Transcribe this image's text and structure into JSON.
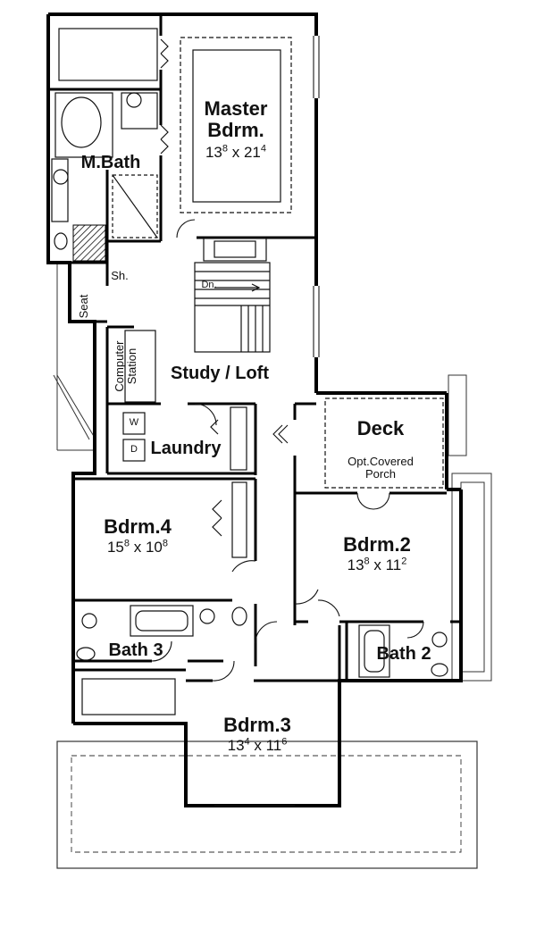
{
  "rooms": {
    "master": {
      "name_l1": "Master",
      "name_l2": "Bdrm.",
      "w": "13",
      "w_in": "8",
      "d": "21",
      "d_in": "4",
      "sep": " x "
    },
    "mbath": {
      "name": "M.Bath"
    },
    "shower": {
      "name": "Sh."
    },
    "seat": {
      "name": "Seat"
    },
    "computer": {
      "name_l1": "Computer",
      "name_l2": "Station"
    },
    "stair": {
      "name": "Dn."
    },
    "study": {
      "name": "Study / Loft"
    },
    "laundry": {
      "name": "Laundry",
      "washer": "W",
      "dryer": "D"
    },
    "deck": {
      "name": "Deck",
      "note_l1": "Opt.Covered",
      "note_l2": "Porch"
    },
    "bdrm4": {
      "name": "Bdrm.4",
      "w": "15",
      "w_in": "8",
      "d": "10",
      "d_in": "8",
      "sep": " x "
    },
    "bdrm2": {
      "name": "Bdrm.2",
      "w": "13",
      "w_in": "8",
      "d": "11",
      "d_in": "2",
      "sep": " x "
    },
    "bath3": {
      "name": "Bath 3"
    },
    "bath2": {
      "name": "Bath 2"
    },
    "bdrm3": {
      "name": "Bdrm.3",
      "w": "13",
      "w_in": "4",
      "d": "11",
      "d_in": "6",
      "sep": " x "
    }
  }
}
